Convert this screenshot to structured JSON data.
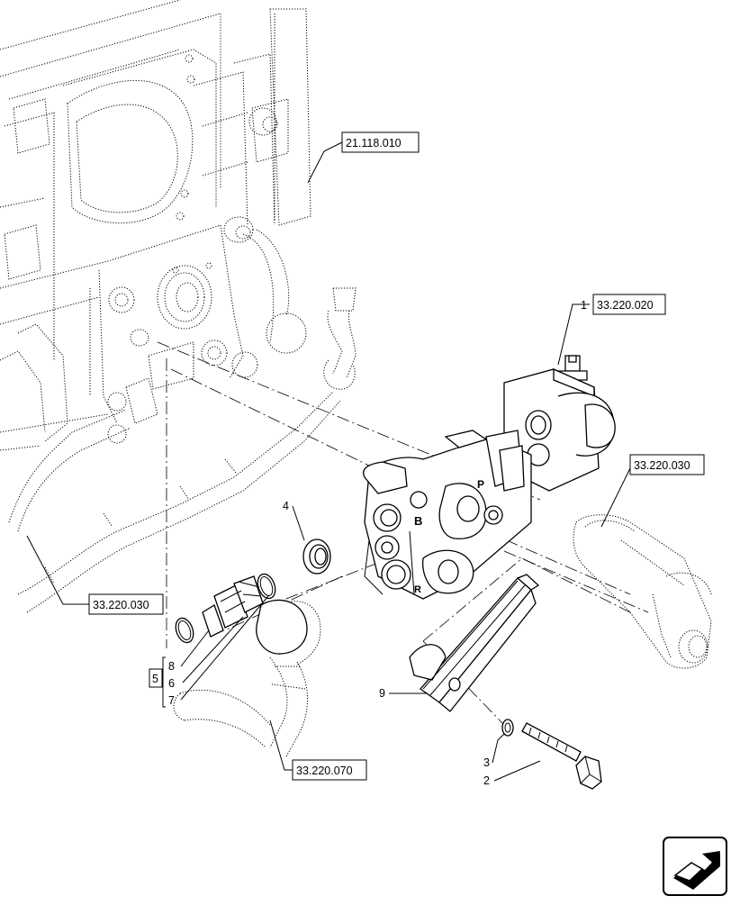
{
  "references": {
    "r1": "21.118.010",
    "r2": "33.220.020",
    "r3": "33.220.030",
    "r4": "33.220.030",
    "r5": "33.220.070"
  },
  "callouts": {
    "c1": "1",
    "c2": "2",
    "c3": "3",
    "c4": "4",
    "c5": "5",
    "c6": "6",
    "c7": "7",
    "c8": "8",
    "c9": "9"
  },
  "port_labels": {
    "b": "B",
    "p": "P",
    "r": "R"
  },
  "icons": {
    "navigation": "arrow-box-icon"
  }
}
